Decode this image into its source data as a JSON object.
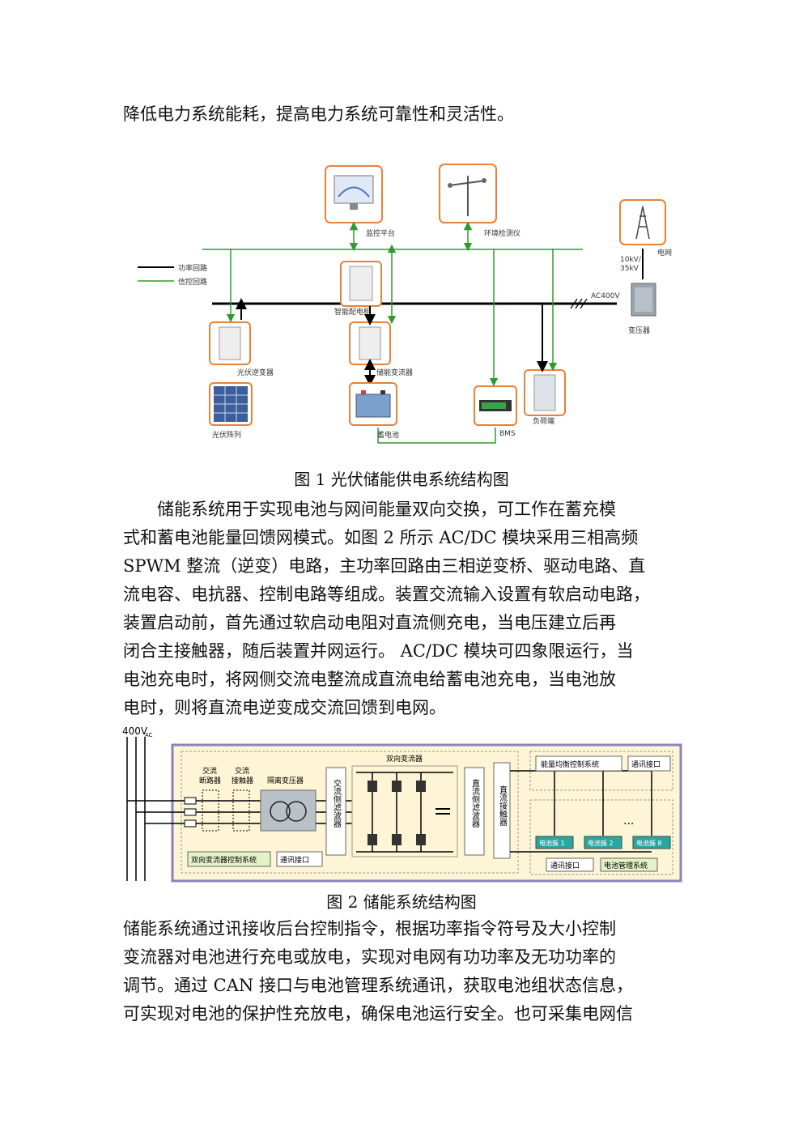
{
  "para1": "降低电力系统能耗，提高电力系统可靠性和灵活性。",
  "fig1": {
    "caption": "图 1  光伏储能供电系统结构图",
    "legend_main": "功率回路",
    "legend_ctrl": "信控回路",
    "monitor": "监控平台",
    "env": "环境检测仪",
    "grid": "电网",
    "voltage": "10kV/\n35kV",
    "voltage1": "10kV/",
    "voltage2": "35kV",
    "ac400": "AC400V",
    "transformer": "变压器",
    "cabinet": "智能配电柜",
    "pv_inverter": "光伏逆变器",
    "storage_conv": "储能变流器",
    "pv_array": "光伏阵列",
    "battery": "蓄电池",
    "bms": "BMS",
    "load": "负荷端",
    "colors": {
      "power": "#000000",
      "control": "#2e9b2e",
      "frame": "#e8823a"
    }
  },
  "para2": [
    "储能系统用于实现电池与网间能量双向交换，可工作在蓄充模",
    "式和蓄电池能量回馈网模式。如图 2 所示 AC/DC  模块采用三相高频",
    "SPWM  整流（逆变）电路，主功率回路由三相逆变桥、驱动电路、直",
    "流电容、电抗器、控制电路等组成。装置交流输入设置有软启动电路，",
    "装置启动前，首先通过软启动电阻对直流侧充电，当电压建立后再",
    "闭合主接触器，随后装置并网运行。  AC/DC 模块可四象限运行，当",
    "电池充电时，将网侧交流电整流成直流电给蓄电池充电，当电池放",
    "电时，则将直流电逆变成交流回馈到电网。"
  ],
  "fig2": {
    "caption": "图 2  储能系统结构图",
    "input": "400V",
    "input_sub": "AC",
    "breaker": "交流\n断路器",
    "breaker1": "交流",
    "breaker2": "断路器",
    "contactor1": "交流",
    "contactor2": "接触器",
    "iso": "隔离变压器",
    "ac_filter": "交流侧滤波器",
    "converter": "双向变流器",
    "dc_filter": "直流侧滤波器",
    "dc_contactor": "直流接触器",
    "ctrl_sys": "双向变流器控制系统",
    "comm1": "通讯接口",
    "balance": "能量均衡控制系统",
    "comm2": "通讯接口",
    "pack1": "电池簇 1",
    "pack2": "电池簇 2",
    "dots": "···",
    "pack8": "电池簇 8",
    "comm3": "通讯接口",
    "bms": "电池管理系统",
    "colors": {
      "frame_bg": "#fdf5d5",
      "frame_border": "#8a84b8",
      "pack": "#2aa7a0",
      "green_box": "#e4f2c8"
    }
  },
  "para3": [
    "储能系统通过讯接收后台控制指令，根据功率指令符号及大小控制",
    "变流器对电池进行充电或放电，实现对电网有功功率及无功功率的",
    "调节。通过 CAN  接口与电池管理系统通讯，获取电池组状态信息，",
    "可实现对电池的保护性充放电，确保电池运行安全。也可采集电网信"
  ]
}
